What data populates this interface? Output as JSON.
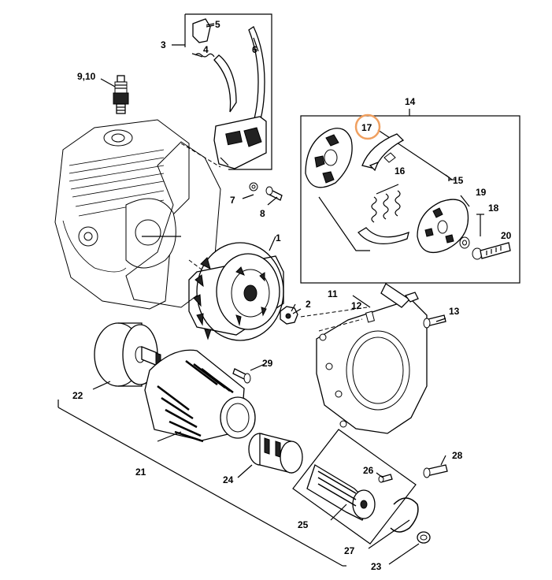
{
  "colors": {
    "highlight": "#F0A060",
    "line": "#000000"
  },
  "labels": {
    "p1": "1",
    "p2": "2",
    "p3": "3",
    "p4": "4",
    "p5": "5",
    "p6": "6",
    "p7": "7",
    "p8": "8",
    "p910": "9,10",
    "p11": "11",
    "p12": "12",
    "p13": "13",
    "p14": "14",
    "p15": "15",
    "p16": "16",
    "p17": "17",
    "p18": "18",
    "p19": "19",
    "p20": "20",
    "p21": "21",
    "p22": "22",
    "p23": "23",
    "p24": "24",
    "p25": "25",
    "p26": "26",
    "p27": "27",
    "p28": "28",
    "p29": "29"
  }
}
